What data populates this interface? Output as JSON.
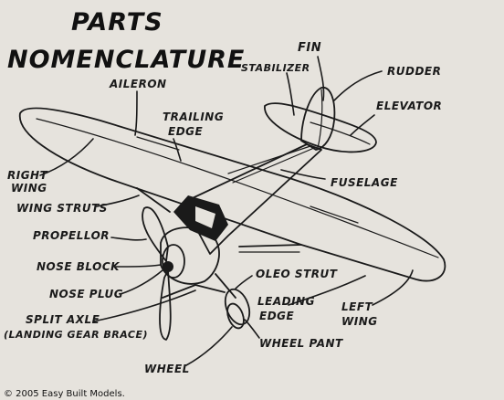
{
  "title": {
    "line1": "PARTS",
    "line2": "NOMENCLATURE"
  },
  "labels": {
    "fin": "FIN",
    "stabilizer": "STABILIZER",
    "rudder": "RUDDER",
    "elevator": "ELEVATOR",
    "aileron": "AILERON",
    "trailing_edge_1": "TRAILING",
    "trailing_edge_2": "EDGE",
    "fuselage": "FUSELAGE",
    "right_wing_1": "RIGHT",
    "right_wing_2": "WING",
    "wing_struts": "WING STRUTS",
    "propellor": "PROPELLOR",
    "nose_block": "NOSE BLOCK",
    "nose_plug": "NOSE PLUG",
    "split_axle_1": "SPLIT AXLE",
    "split_axle_2": "(LANDING GEAR BRACE)",
    "oleo_strut": "OLEO STRUT",
    "leading_edge_1": "LEADING",
    "leading_edge_2": "EDGE",
    "left_wing_1": "LEFT",
    "left_wing_2": "WING",
    "wheel_pant": "WHEEL PANT",
    "wheel": "WHEEL"
  },
  "copyright": "© 2005 Easy Built Models."
}
